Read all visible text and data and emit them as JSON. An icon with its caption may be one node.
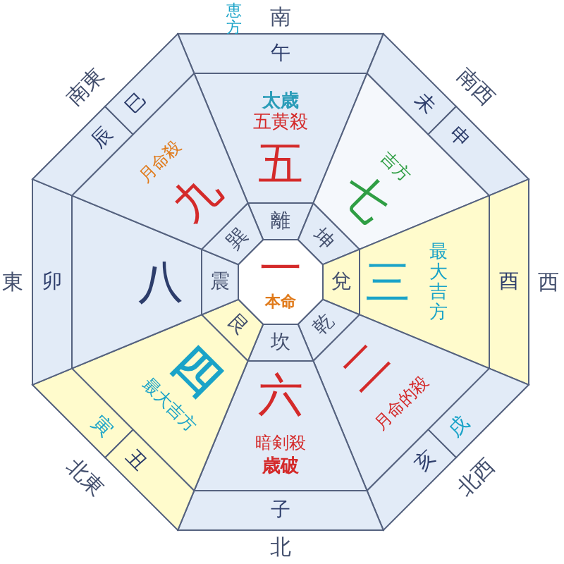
{
  "diagram": {
    "nodes": [
      {
        "text": [
          "一",
          "本命"
        ]
      },
      {
        "text": [
          "離"
        ]
      },
      {
        "text": [
          "坤"
        ]
      },
      {
        "text": [
          "兌"
        ]
      },
      {
        "text": [
          "乾"
        ]
      },
      {
        "text": [
          "坎"
        ]
      },
      {
        "text": [
          "艮"
        ]
      },
      {
        "text": [
          "震"
        ]
      },
      {
        "text": [
          "巽"
        ]
      },
      {
        "text": [
          "太歳",
          "五黄殺",
          "五"
        ]
      },
      {
        "text": [
          "七",
          "吉方"
        ]
      },
      {
        "text": [
          "三",
          "最大吉方"
        ]
      },
      {
        "text": [
          "二",
          "月命的殺"
        ]
      },
      {
        "text": [
          "六",
          "暗剣殺",
          "歳破"
        ]
      },
      {
        "text": [
          "四",
          "最大吉方"
        ]
      },
      {
        "text": [
          "八"
        ]
      },
      {
        "text": [
          "九",
          "月命殺"
        ]
      },
      {
        "text": [
          "午"
        ]
      },
      {
        "text": [
          "未"
        ]
      },
      {
        "text": [
          "申"
        ]
      },
      {
        "text": [
          "酉"
        ]
      },
      {
        "text": [
          "戌"
        ]
      },
      {
        "text": [
          "亥"
        ]
      },
      {
        "text": [
          "子"
        ]
      },
      {
        "text": [
          "丑"
        ]
      },
      {
        "text": [
          "寅"
        ]
      },
      {
        "text": [
          "卯"
        ]
      },
      {
        "text": [
          "辰"
        ]
      },
      {
        "text": [
          "巳"
        ]
      }
    ],
    "labels": [
      "恵方",
      "南",
      "南東",
      "南西",
      "東",
      "西",
      "北東",
      "北西",
      "北"
    ]
  }
}
